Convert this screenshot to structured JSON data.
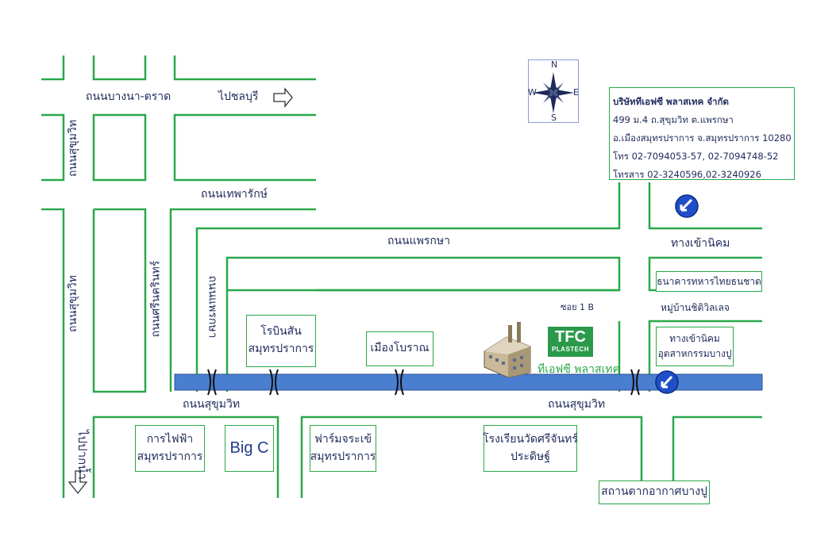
{
  "roads": {
    "bangna_trat": "ถนนบางนา-ตราด",
    "to_chonburi": "ไปชลบุรี",
    "sukhumvit_left_top": "ถนนสุขุมวิท",
    "theparak": "ถนนเทพารักษ์",
    "sukhumvit_left_mid": "ถนนสุขุมวิท",
    "srinakarin": "ถนนศรีนครินทร์",
    "thaeng_phraek": "ถนนแพรกษา",
    "phraeksa": "ถนนแพรกษา",
    "sukhumvit_bottom_left": "ถนนสุขุมวิท",
    "sukhumvit_bottom_right": "ถนนสุขุมวิท",
    "to_pak_nam": "ไปปากน้ำ",
    "estate_entrance": "ทางเข้านิคม",
    "soi_1b": "ซอย 1 B",
    "village": "หมู่บ้านชิติวิลเลจ"
  },
  "landmarks": {
    "robinson": [
      "โรบินสัน",
      "สมุทรปราการ"
    ],
    "ancient_city": "เมืองโบราณ",
    "electricity": [
      "การไฟฟ้า",
      "สมุทรปราการ"
    ],
    "big_c": "Big C",
    "crocodile_farm": [
      "ฟาร์มจระเข้",
      "สมุทรปราการ"
    ],
    "school": [
      "โรงเรียนวัดศรีจันทร์",
      "ประดิษฐ์"
    ],
    "tmb_bank": "ธนาคารทหารไทยธนชาต",
    "bangpoo_entrance": [
      "ทางเข้านิคม",
      "อุตสาหกรรมบางปู"
    ],
    "bangpoo_resort": "สถานตากอากาศบางปู"
  },
  "factory": {
    "logo_main": "TFC",
    "logo_sub": "PLASTECH",
    "name": "ทีเอฟซี พลาสเทค"
  },
  "company": {
    "name": "บริษัททีเอฟซี พลาสเทค จำกัด",
    "address1": "499 ม.4 ถ.สุขุมวิท ต.แพรกษา",
    "address2": "อ.เมืองสมุทรปราการ จ.สมุทรปราการ 10280",
    "phone": "โทร 02-7094053-57, 02-7094748-52",
    "fax": "โทรสาร 02-3240596,02-3240926"
  },
  "compass": {
    "n": "N",
    "s": "S",
    "e": "E",
    "w": "W"
  },
  "colors": {
    "road_line": "#2aa84a",
    "sukhumvit_band": "#4a7fd0",
    "sign": "#1f4fc8"
  }
}
